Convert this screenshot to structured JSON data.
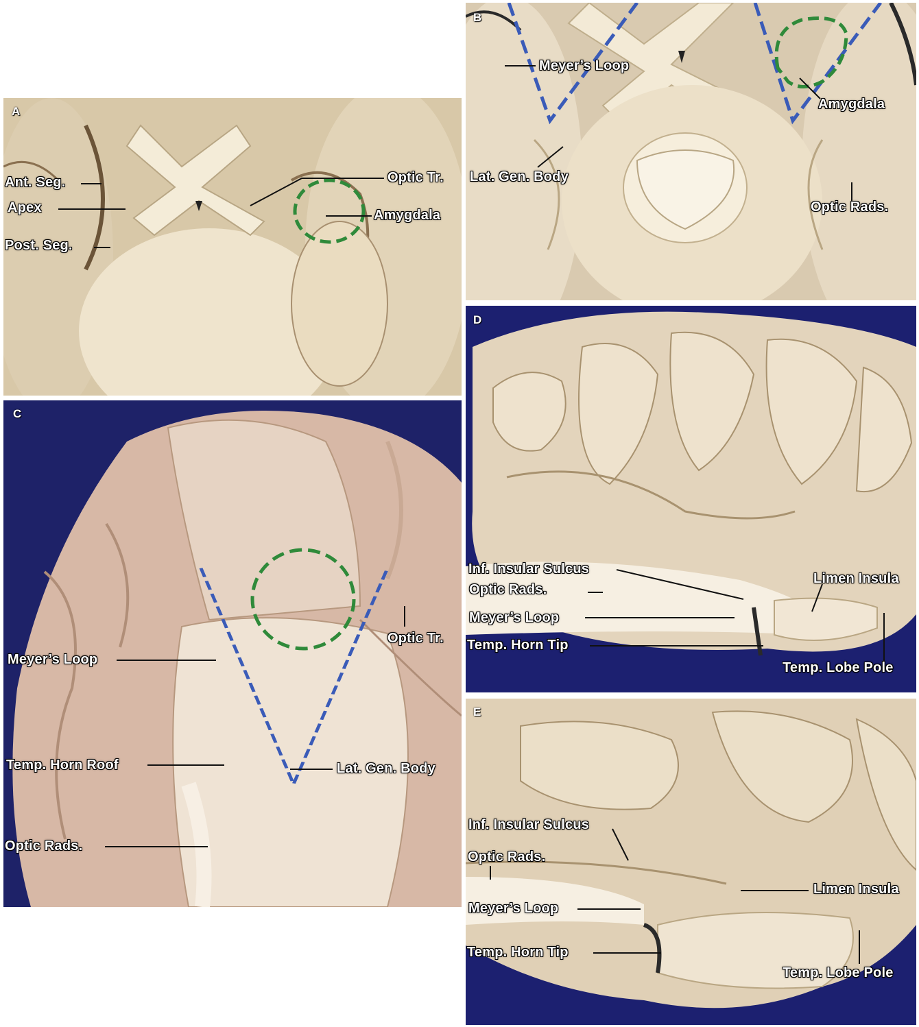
{
  "panels": {
    "A": {
      "letter": "A",
      "labels": {
        "ant_seg": "Ant. Seg.",
        "apex": "Apex",
        "post_seg": "Post. Seg.",
        "optic_tr": "Optic Tr.",
        "amygdala": "Amygdala"
      }
    },
    "B": {
      "letter": "B",
      "labels": {
        "meyers_loop": "Meyer’s Loop",
        "amygdala": "Amygdala",
        "lat_gen_body": "Lat. Gen. Body",
        "optic_rads": "Optic Rads."
      }
    },
    "C": {
      "letter": "C",
      "labels": {
        "optic_tr": "Optic Tr.",
        "meyers_loop": "Meyer’s Loop",
        "temp_horn_roof": "Temp. Horn Roof",
        "lat_gen_body": "Lat. Gen. Body",
        "optic_rads": "Optic Rads."
      }
    },
    "D": {
      "letter": "D",
      "labels": {
        "inf_insular_sulcus": "Inf. Insular Sulcus",
        "optic_rads": "Optic Rads.",
        "limen_insula": "Limen Insula",
        "meyers_loop": "Meyer’s Loop",
        "temp_horn_tip": "Temp. Horn Tip",
        "temp_lobe_pole": "Temp. Lobe Pole"
      }
    },
    "E": {
      "letter": "E",
      "labels": {
        "inf_insular_sulcus": "Inf. Insular Sulcus",
        "optic_rads": "Optic Rads.",
        "limen_insula": "Limen Insula",
        "meyers_loop": "Meyer’s Loop",
        "temp_horn_tip": "Temp. Horn Tip",
        "temp_lobe_pole": "Temp. Lobe Pole"
      }
    }
  },
  "colors": {
    "tissue": "#e6d9c2",
    "background_dark": "#1b1f66",
    "outline_blue": "#3a5bb8",
    "outline_green": "#2f8a3a"
  }
}
